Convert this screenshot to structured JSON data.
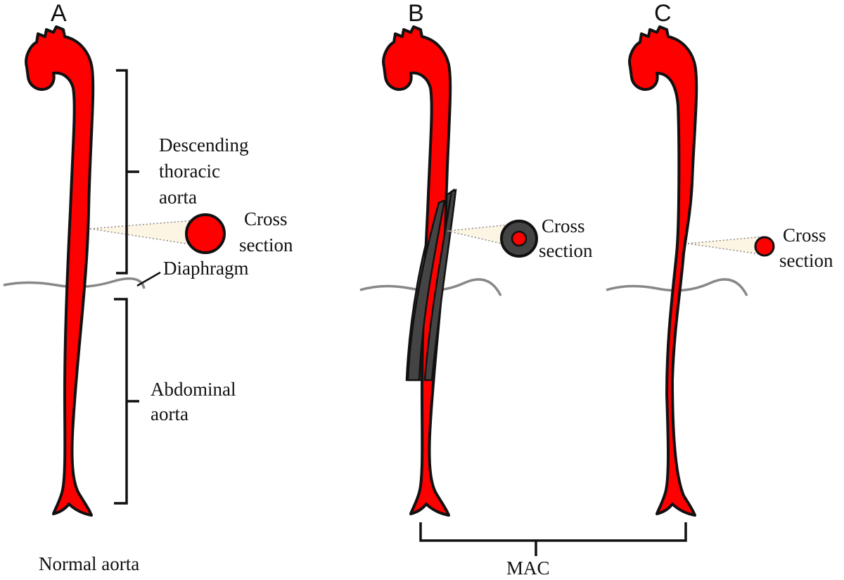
{
  "panels": {
    "a": {
      "letter": "A",
      "caption": "Normal aorta"
    },
    "b": {
      "letter": "B"
    },
    "c": {
      "letter": "C"
    }
  },
  "labels": {
    "descending": [
      "Descending",
      "thoracic",
      "aorta"
    ],
    "abdominal": [
      "Abdominal",
      "aorta"
    ],
    "diaphragm": "Diaphragm",
    "cross_section": [
      "Cross",
      "section"
    ],
    "mac": "MAC"
  },
  "colors": {
    "aorta": "#ff0000",
    "calcification": "#444444",
    "diaphragm": "#888888",
    "outline": "#111111"
  }
}
